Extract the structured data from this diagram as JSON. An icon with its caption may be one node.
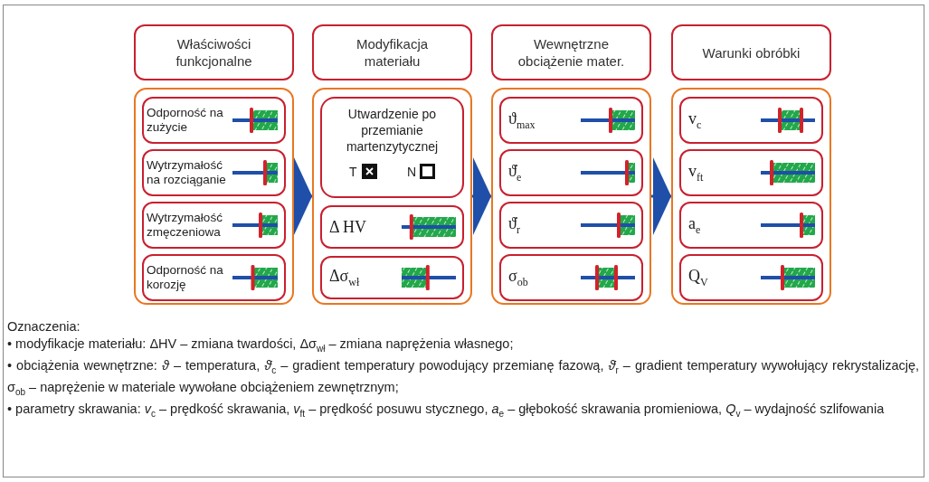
{
  "diagram": {
    "nodes": [
      {
        "text": [
          "Właściwości funkcjonalne"
        ]
      },
      {
        "text": [],
        "shape": "box"
      },
      {
        "text": [
          "Odporność na zużycie"
        ],
        "in": 1
      },
      {
        "text": [
          "Wytrzymałość na rozciąganie"
        ],
        "in": 1
      },
      {
        "text": [
          "Wytrzymałość zmęczeniowa"
        ],
        "in": 1
      },
      {
        "text": [
          "Odporność na korozję"
        ],
        "in": 1
      },
      {
        "text": [
          "Modyfikacja materiału"
        ]
      },
      {
        "text": [],
        "shape": "box"
      },
      {
        "text": [
          "Utwardzenie po przemianie martenzytycznej",
          "T",
          "N"
        ],
        "in": 7
      },
      {
        "text": [
          "Δ HV"
        ],
        "in": 7
      },
      {
        "text": [
          "Δσ$_{wł}$"
        ],
        "in": 7
      },
      {
        "text": [
          "Wewnętrzne obciążenie mater."
        ]
      },
      {
        "text": [],
        "shape": "box"
      },
      {
        "text": [
          "ϑ$_{max}$"
        ],
        "in": 12
      },
      {
        "text": [
          "ϑ̇$_{e}$"
        ],
        "in": 12
      },
      {
        "text": [
          "ϑ̇$_{r}$"
        ],
        "in": 12
      },
      {
        "text": [
          "σ$_{ob}$"
        ],
        "in": 12
      },
      {
        "text": [
          "Warunki obróbki"
        ]
      },
      {
        "text": [],
        "shape": "box"
      },
      {
        "text": [
          "v$_{c}$"
        ],
        "in": 18
      },
      {
        "text": [
          "v$_{ft}$"
        ],
        "in": 18
      },
      {
        "text": [
          "a$_{e}$"
        ],
        "in": 18
      },
      {
        "text": [
          "Q$_{V}$"
        ],
        "in": 18
      }
    ],
    "edges": [
      {
        "from": 1,
        "to": 7,
        "arrow": "to"
      },
      {
        "from": 7,
        "to": 12,
        "arrow": "to"
      },
      {
        "from": 12,
        "to": 18,
        "arrow": "to"
      }
    ],
    "labels": [
      "Oznaczenia:",
      "• modyfikacje materiału: ΔHV – zmiana twardości, Δσ$_{wł}$ – zmiana naprężenia własnego;",
      "• obciążenia wewnętrzne: *ϑ* – temperatura, *ϑ̇*$_{c}$ – gradient temperatury powodujący przemianę fazową, *ϑ̇*$_{r}$ – gradient temperatury wywołujący rekrystalizację, σ$_{ob}$ – naprężenie w materiale wywołane obciążeniem zewnętrznym;",
      "• parametry skrawania: *v*$_{c}$ – prędkość skrawania, *v*$_{ft}$ – prędkość posuwu stycznego, *a*$_{e}$ – głębokość skrawania promieniowa, *Q*$_{v}$ – wydajność szlifowania"
    ]
  }
}
